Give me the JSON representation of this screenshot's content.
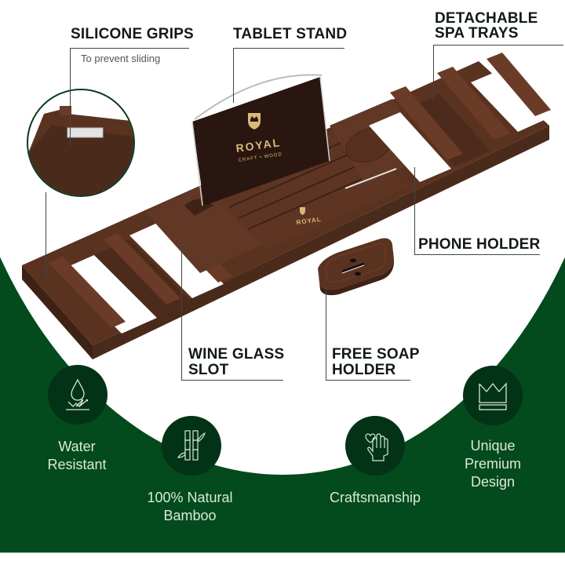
{
  "brand": {
    "name": "ROYAL",
    "tagline": "CRAFT • WOOD"
  },
  "callouts": {
    "silicone_grips": {
      "title": "SILICONE GRIPS",
      "subtitle": "To prevent sliding"
    },
    "tablet_stand": {
      "title": "TABLET STAND"
    },
    "spa_trays": {
      "title_line1": "DETACHABLE",
      "title_line2": "SPA TRAYS"
    },
    "phone_holder": {
      "title": "PHONE HOLDER"
    },
    "wine_glass": {
      "title_line1": "WINE GLASS",
      "title_line2": "SLOT"
    },
    "soap_holder": {
      "title_line1": "FREE SOAP",
      "title_line2": "HOLDER"
    }
  },
  "features": [
    {
      "icon": "water-drop-icon",
      "line1": "Water",
      "line2": "Resistant"
    },
    {
      "icon": "bamboo-icon",
      "line1": "100% Natural",
      "line2": "Bamboo"
    },
    {
      "icon": "hand-heart-icon",
      "line1": "Craftsmanship",
      "line2": ""
    },
    {
      "icon": "crown-icon",
      "line1": "Unique",
      "line2": "Premium",
      "line3": "Design"
    }
  ],
  "colors": {
    "green_bg": "#034a1c",
    "circle_bg": "#023317",
    "wood": "#5a3220",
    "wood_dark": "#3f2216",
    "gold": "#d8b978",
    "label_text": "#111a15",
    "feature_text": "#d9ead9"
  }
}
